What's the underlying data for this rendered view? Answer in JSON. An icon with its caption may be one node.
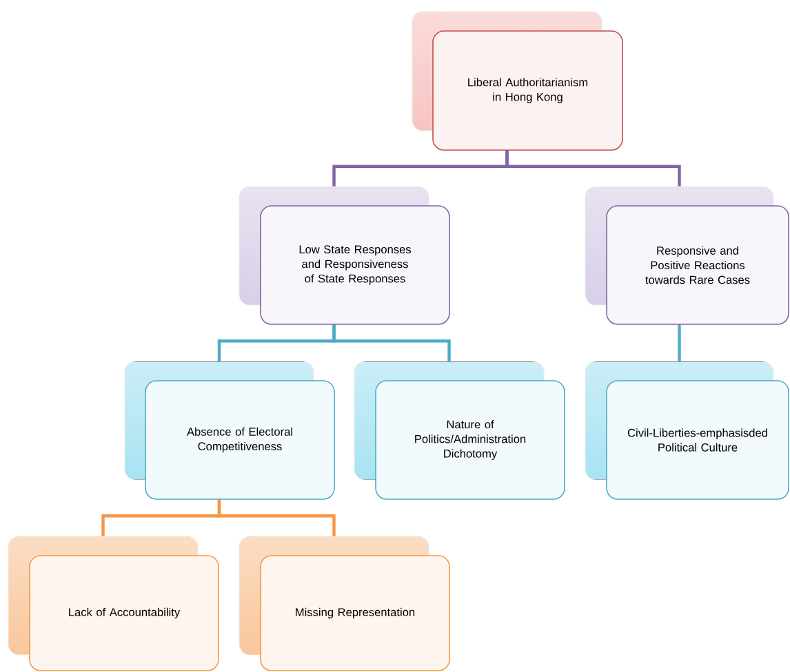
{
  "diagram": {
    "nodes": [
      {
        "text": [
          "Liberal Authoritarianism in Hong Kong"
        ]
      },
      {
        "text": [
          "Low State Responses and Responsiveness of State Responses"
        ]
      },
      {
        "text": [
          "Responsive and Positive Reactions towards Rare Cases"
        ]
      },
      {
        "text": [
          "Absence of Electoral Competitiveness"
        ]
      },
      {
        "text": [
          "Nature of Politics/Administration Dichotomy"
        ]
      },
      {
        "text": [
          "Civil-Liberties-emphasisded Political Culture"
        ]
      },
      {
        "text": [
          "Lack of Accountability"
        ]
      },
      {
        "text": [
          "Missing Representation"
        ]
      }
    ],
    "edges": [
      {
        "from": 0,
        "to": 1,
        "arrow": "none",
        "color": "#8064a2"
      },
      {
        "from": 0,
        "to": 2,
        "arrow": "none",
        "color": "#8064a2"
      },
      {
        "from": 1,
        "to": 3,
        "arrow": "none"
      },
      {
        "from": 1,
        "to": 4,
        "arrow": "none"
      },
      {
        "from": 2,
        "to": 5,
        "arrow": "none"
      },
      {
        "from": 3,
        "to": 6,
        "arrow": "none",
        "color": "#f79646"
      },
      {
        "from": 3,
        "to": 7,
        "arrow": "none",
        "color": "#f79646"
      }
    ]
  }
}
